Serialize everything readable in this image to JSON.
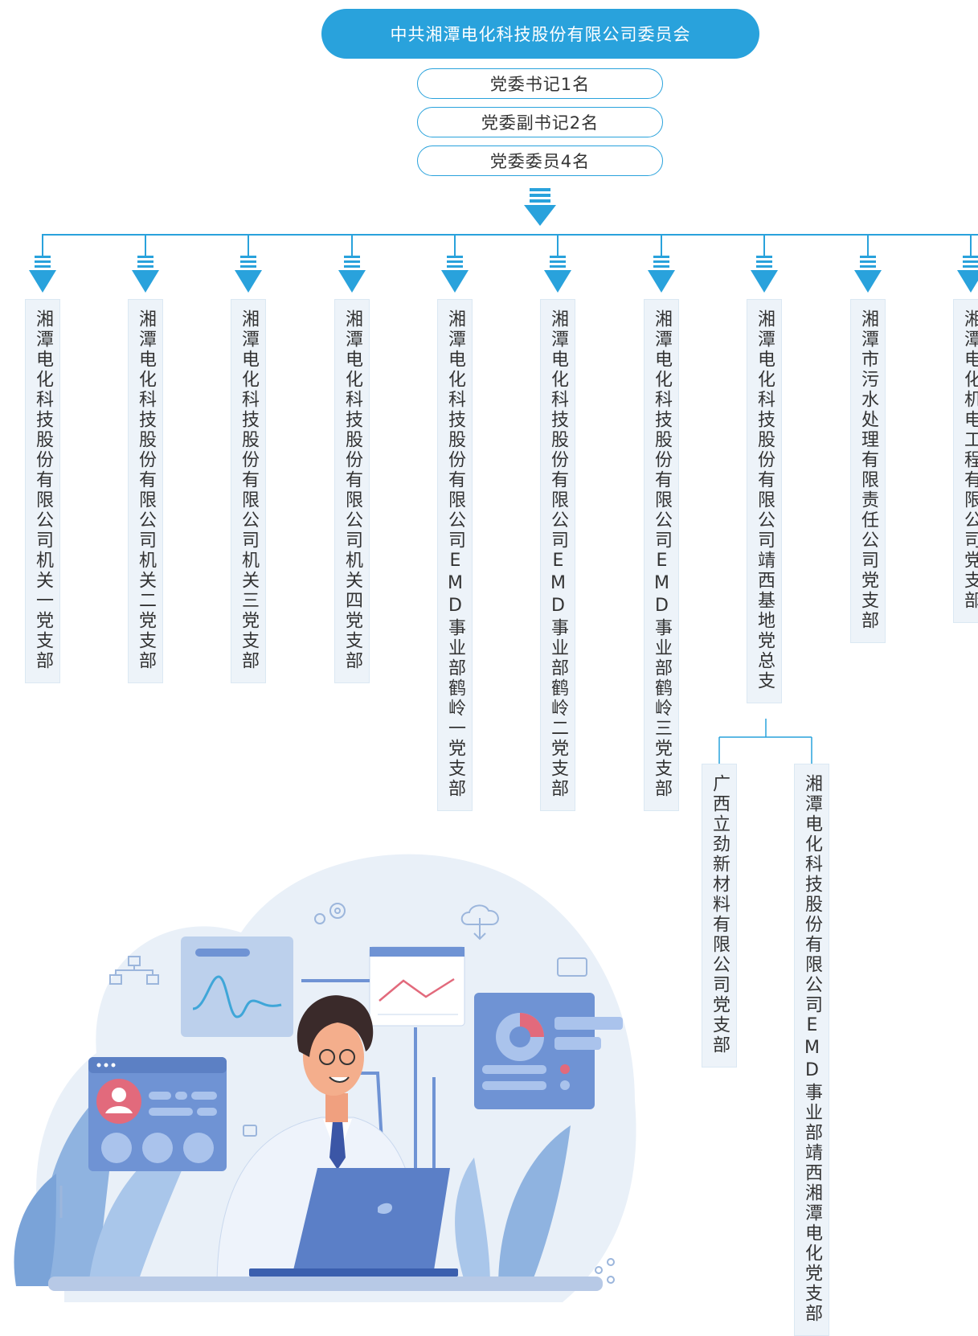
{
  "committee": {
    "title": "中共湘潭电化科技股份有限公司委员会",
    "roles": [
      "党委书记1名",
      "党委副书记2名",
      "党委委员4名"
    ]
  },
  "branches": [
    "湘潭电化科技股份有限公司机关一党支部",
    "湘潭电化科技股份有限公司机关二党支部",
    "湘潭电化科技股份有限公司机关三党支部",
    "湘潭电化科技股份有限公司机关四党支部",
    "湘潭电化科技股份有限公司EMD事业部鹤岭一党支部",
    "湘潭电化科技股份有限公司EMD事业部鹤岭二党支部",
    "湘潭电化科技股份有限公司EMD事业部鹤岭三党支部",
    "湘潭电化科技股份有限公司靖西基地党总支",
    "湘潭市污水处理有限责任公司党支部",
    "湘潭电化机电工程有限公司党支部"
  ],
  "sub_branches": [
    "广西立劲新材料有限公司党支部",
    "湘潭电化科技股份有限公司EMD事业部靖西湘潭电化党支部"
  ],
  "colors": {
    "accent": "#29a2dc",
    "box_fill": "#edf3f9",
    "text": "#333333"
  }
}
